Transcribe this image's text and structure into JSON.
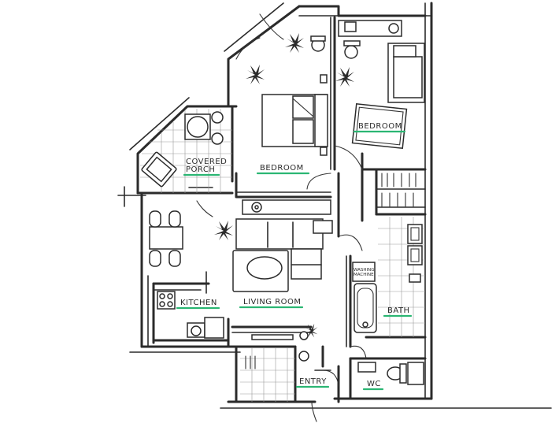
{
  "labels": {
    "covered_porch_1": "COVERED",
    "covered_porch_2": "PORCH",
    "bedroom_left": "BEDROOM",
    "bedroom_right": "BEDROOM",
    "kitchen": "KITCHEN",
    "living_room": "LIVING ROOM",
    "bath": "BATH",
    "washing_1": "WASHING",
    "washing_2": "MACHINE",
    "entry": "ENTRY",
    "wc": "WC"
  },
  "colors": {
    "ink": "#2b2b2b",
    "label_underline": "#2bb673",
    "background": "#ffffff"
  }
}
